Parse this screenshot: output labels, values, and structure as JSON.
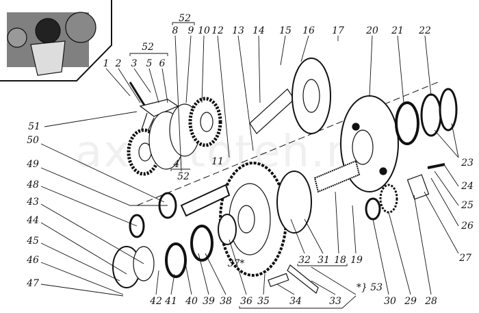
{
  "watermark": "axautoteh.ru",
  "callouts": {
    "c1": "1",
    "c2": "2",
    "c3": "3",
    "c4": "4",
    "c5": "5",
    "c6": "6",
    "c8": "8",
    "c9": "9",
    "c10": "10",
    "c11": "11",
    "c12": "12",
    "c13": "13",
    "c14": "14",
    "c15": "15",
    "c16": "16",
    "c17": "17",
    "c18": "18",
    "c19": "19",
    "c20": "20",
    "c21": "21",
    "c22": "22",
    "c23": "23",
    "c24": "24",
    "c25": "25",
    "c26": "26",
    "c27": "27",
    "c28": "28",
    "c29": "29",
    "c30": "30",
    "c31": "31",
    "c32": "32",
    "c33": "33",
    "c34": "34",
    "c35": "35",
    "c36": "36",
    "c37": "37*",
    "c38": "38",
    "c39": "39",
    "c40": "40",
    "c41": "41",
    "c42": "42",
    "c43": "43",
    "c44": "44",
    "c45": "45",
    "c46": "46",
    "c47": "47",
    "c48": "48",
    "c49": "49",
    "c50": "50",
    "c51": "51",
    "c52a": "52",
    "c52b": "52",
    "c52c": "52",
    "c53": "*} 53"
  }
}
